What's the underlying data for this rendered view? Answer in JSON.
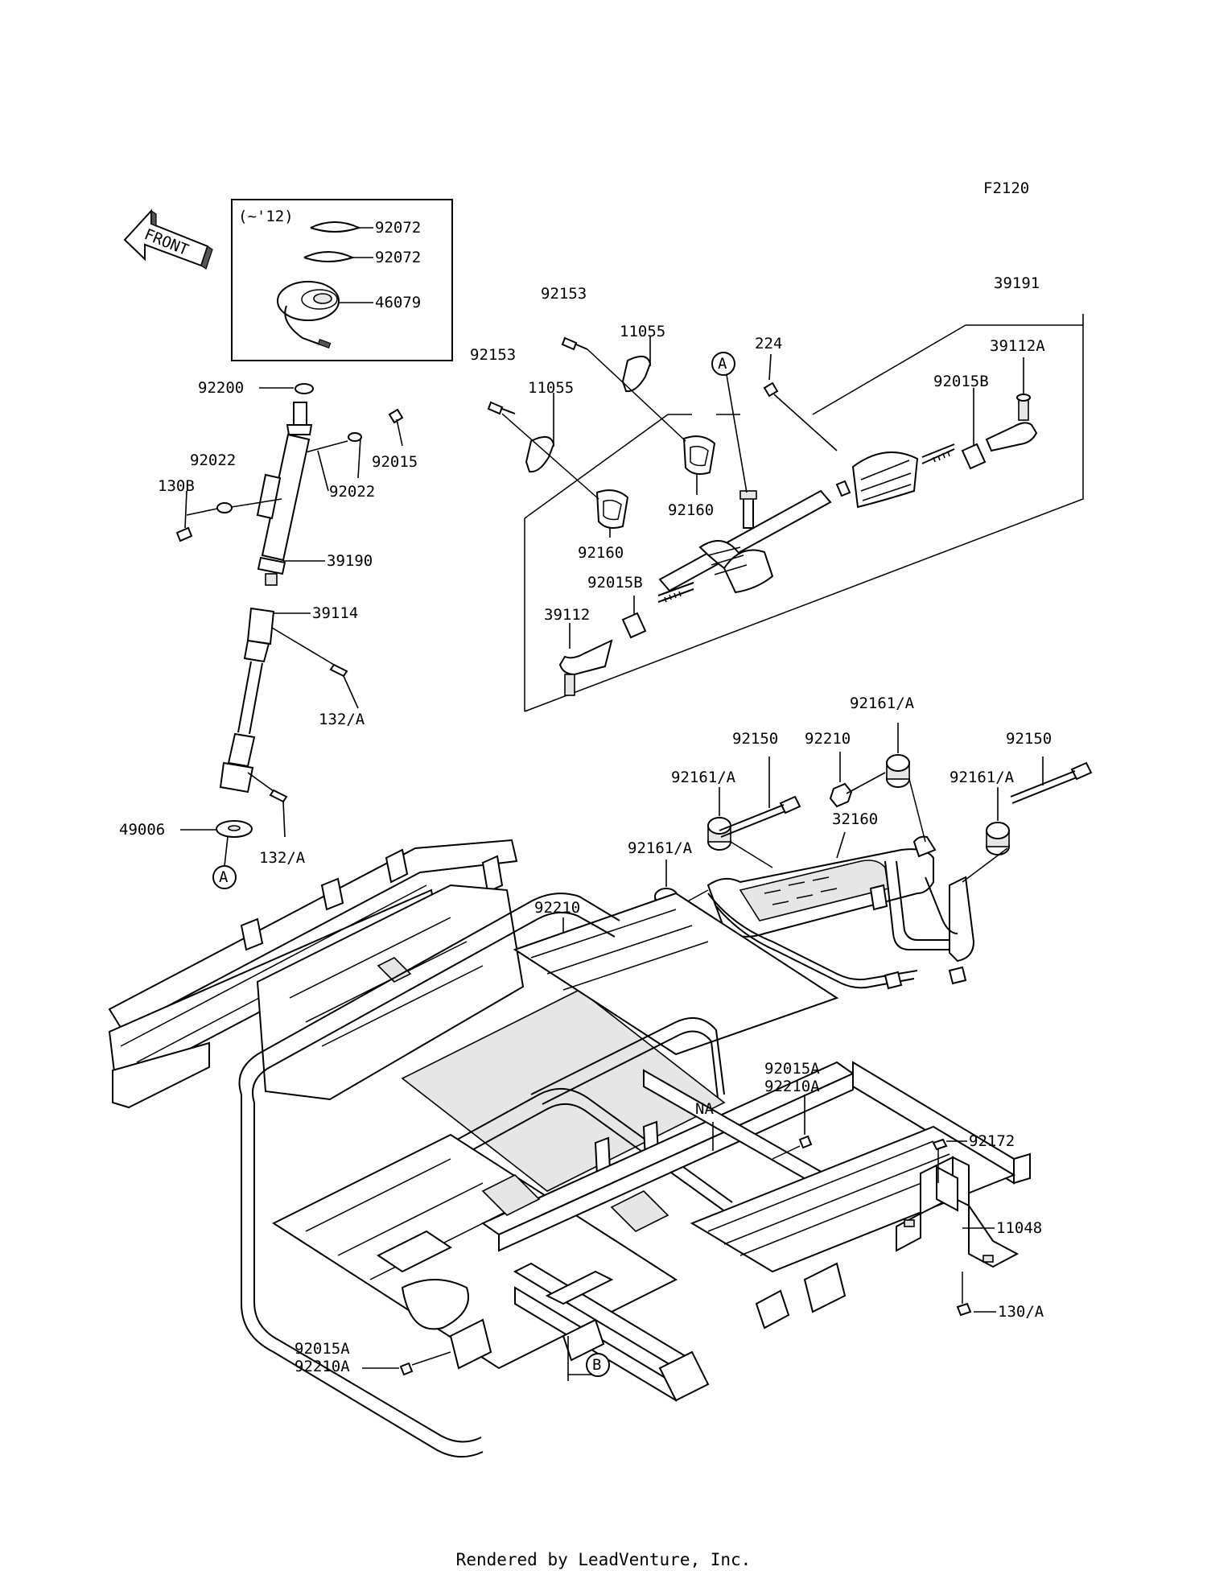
{
  "figure_code": "F2120",
  "front_label": "FRONT",
  "inset_note": "(~'12)",
  "refs": {
    "a": "A",
    "b": "B"
  },
  "labels": {
    "p92072a": "92072",
    "p92072b": "92072",
    "p46079": "46079",
    "p92200": "92200",
    "p92015": "92015",
    "p92022a": "92022",
    "p92022b": "92022",
    "p130b": "130B",
    "p39190": "39190",
    "p39114": "39114",
    "p132a1": "132/A",
    "p132a2": "132/A",
    "p49006": "49006",
    "p92153a": "92153",
    "p92153b": "92153",
    "p11055a": "11055",
    "p11055b": "11055",
    "p92160a": "92160",
    "p92160b": "92160",
    "p224": "224",
    "p39191": "39191",
    "p39112a": "39112A",
    "p92015b1": "92015B",
    "p92015b2": "92015B",
    "p39112": "39112",
    "p92161a1": "92161/A",
    "p92161a2": "92161/A",
    "p92161a3": "92161/A",
    "p92161a4": "92161/A",
    "p92150a": "92150",
    "p92150b": "92150",
    "p92210a": "92210",
    "p92210b": "92210",
    "p32160": "32160",
    "p92015a1": "92015A",
    "p92210a1": "92210A",
    "pNA": "NA",
    "p92172": "92172",
    "p11048": "11048",
    "p130a": "130/A",
    "p92015a2": "92015A",
    "p92210a2": "92210A"
  },
  "footer": "Rendered by LeadVenture, Inc."
}
